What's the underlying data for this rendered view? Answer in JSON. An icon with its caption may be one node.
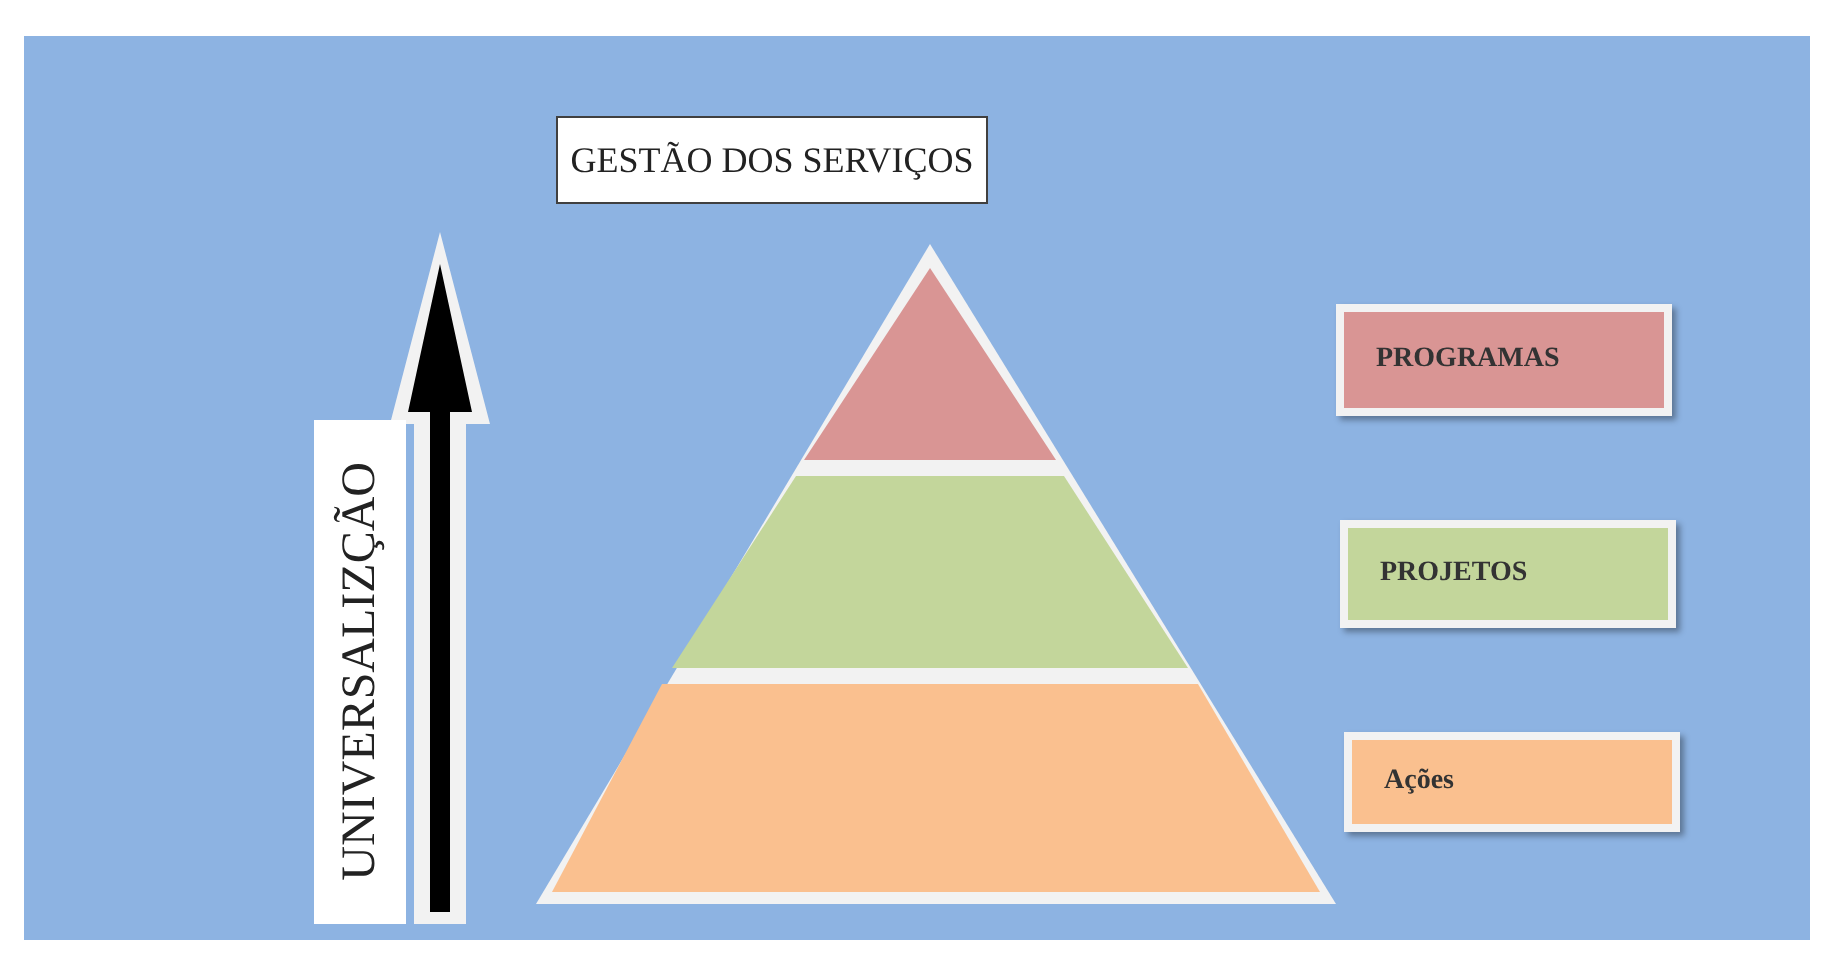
{
  "diagram": {
    "title": "GESTÃO DOS SERVIÇOS",
    "nodes": [
      {
        "text": [
          "UNIVERSALIZÇÃO"
        ]
      },
      {
        "text": [
          "PROGRAMAS"
        ]
      },
      {
        "text": [
          "PROJETOS"
        ]
      },
      {
        "text": [
          "Ações"
        ]
      }
    ],
    "edges": []
  }
}
